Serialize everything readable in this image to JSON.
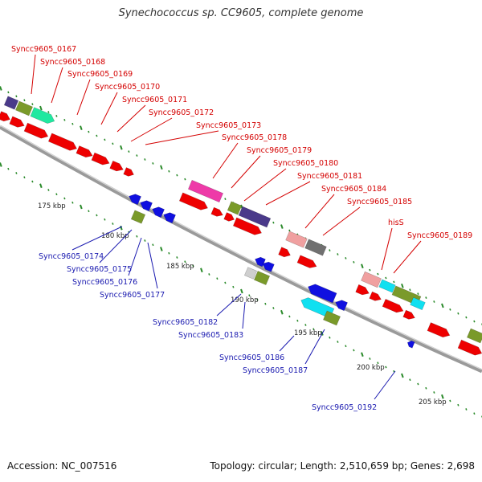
{
  "title": "Synechococcus sp. CC9605, complete genome",
  "footer": {
    "accession": "Accession: NC_007516",
    "topology": "Topology: circular; Length: 2,510,659 bp; Genes: 2,698"
  },
  "colors": {
    "forward_label": "#d40000",
    "reverse_label": "#1a1ab0",
    "red": "#ee0000",
    "blue": "#1010e0",
    "olive": "#7a9a2a",
    "purple": "#4a3a8a",
    "mint": "#20e8a0",
    "magenta": "#ee3aa8",
    "salmon": "#f0a0a0",
    "grey": "#707070",
    "cyan": "#10e0f0"
  },
  "kbp_labels": [
    "175 kbp",
    "180 kbp",
    "185 kbp",
    "190 kbp",
    "195 kbp",
    "200 kbp",
    "205 kbp"
  ],
  "forward_genes": [
    "Syncc9605_0167",
    "Syncc9605_0168",
    "Syncc9605_0169",
    "Syncc9605_0170",
    "Syncc9605_0171",
    "Syncc9605_0172",
    "Syncc9605_0173",
    "Syncc9605_0178",
    "Syncc9605_0179",
    "Syncc9605_0180",
    "Syncc9605_0181",
    "Syncc9605_0184",
    "Syncc9605_0185",
    "hisS",
    "Syncc9605_0189"
  ],
  "reverse_genes": [
    "Syncc9605_0174",
    "Syncc9605_0175",
    "Syncc9605_0176",
    "Syncc9605_0177",
    "Syncc9605_0182",
    "Syncc9605_0183",
    "Syncc9605_0186",
    "Syncc9605_0187",
    "Syncc9605_0192"
  ]
}
